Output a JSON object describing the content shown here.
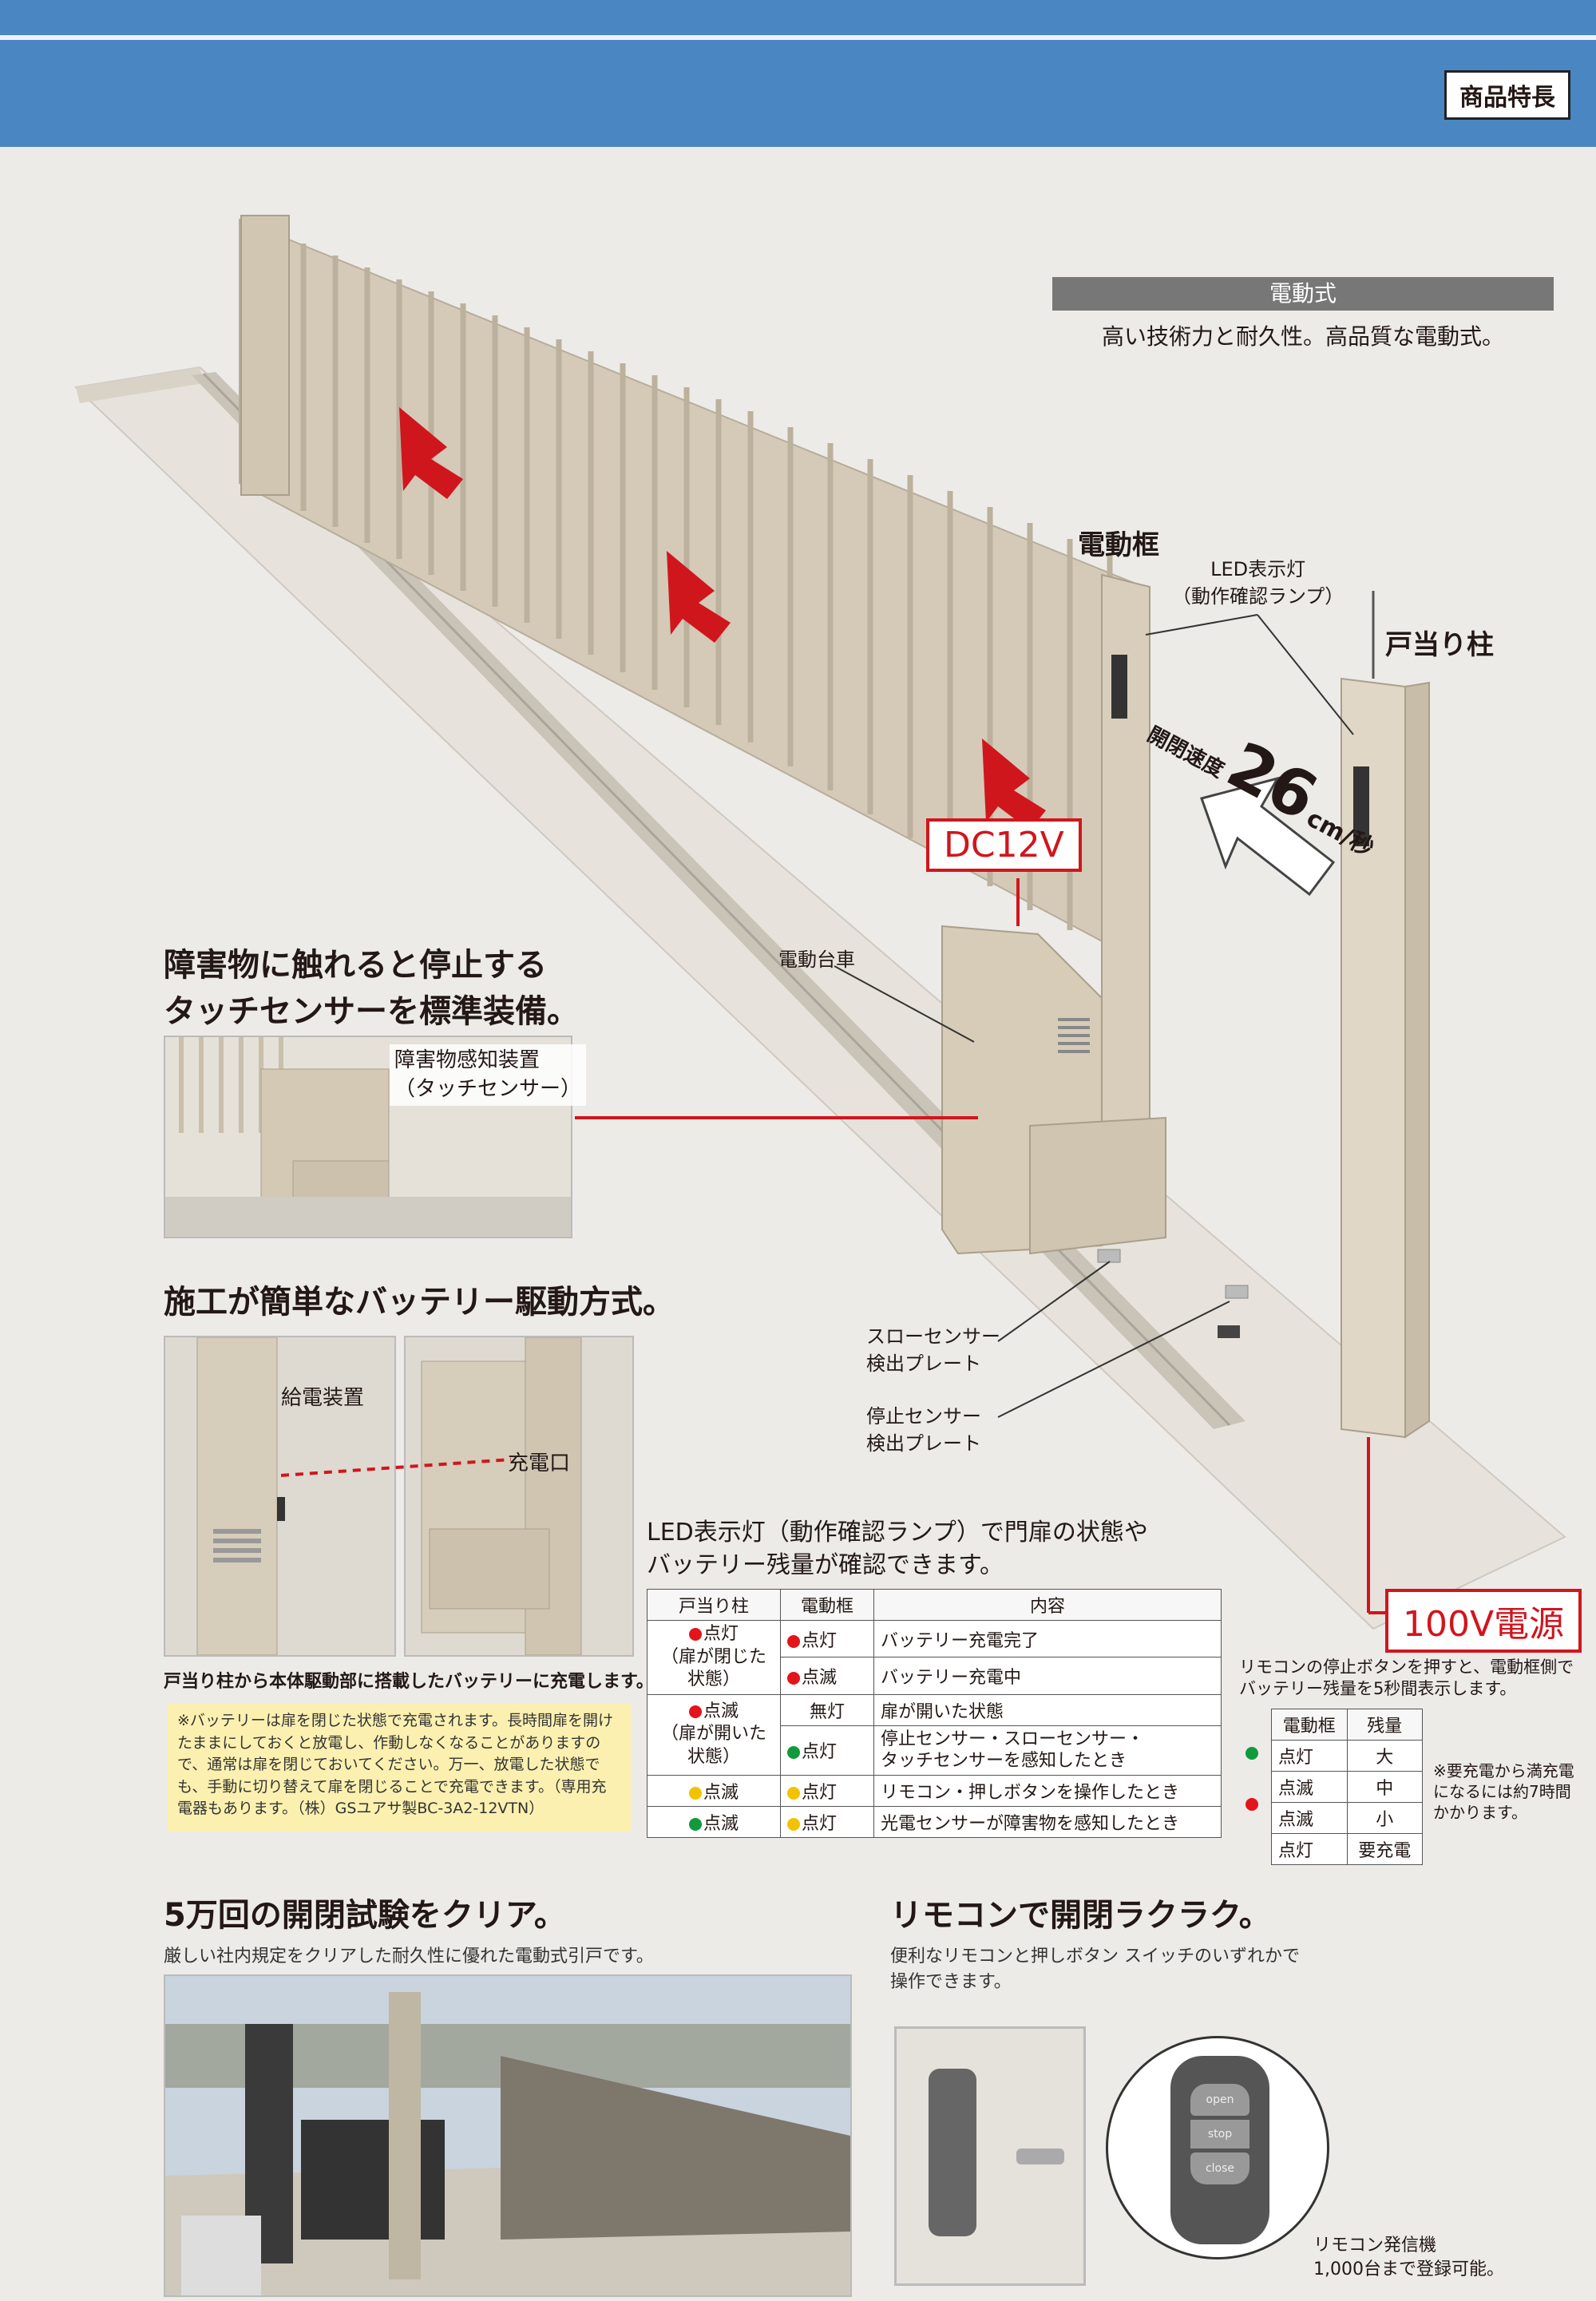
{
  "header": {
    "badge": "商品特長"
  },
  "electric": {
    "title": "電動式",
    "subtitle": "高い技術力と耐久性。高品質な電動式。"
  },
  "labels": {
    "frame": "電動框",
    "led": "LED表示灯",
    "led_sub": "（動作確認ランプ）",
    "stop_post": "戸当り柱",
    "speed_prefix": "開閉速度",
    "speed_value": "26",
    "speed_unit": "cm/秒",
    "dc": "DC12V",
    "cart": "電動台車",
    "slow_sensor": "スローセンサー\n検出プレート",
    "stop_sensor": "停止センサー\n検出プレート",
    "power": "100V電源"
  },
  "touch": {
    "title": "障害物に触れると停止する\nタッチセンサーを標準装備。",
    "sensor_label": "障害物感知装置\n（タッチセンサー）"
  },
  "battery": {
    "title": "施工が簡単なバッテリー駆動方式。",
    "feeder": "給電装置",
    "port": "充電口",
    "caption": "戸当り柱から本体駆動部に搭載したバッテリーに充電します。",
    "note": "※バッテリーは扉を閉じた状態で充電されます。長時間扉を開けたままにしておくと放電し、作動しなくなることがありますので、通常は扉を閉じておいてください。万一、放電した状態でも、手動に切り替えて扉を閉じることで充電できます。（専用充電器もあります。（株）GSユアサ製BC-3A2-12VTN）"
  },
  "led_table": {
    "title": "LED表示灯（動作確認ランプ）で門扉の状態や\nバッテリー残量が確認できます。",
    "headers": [
      "戸当り柱",
      "電動框",
      "内容"
    ],
    "rows": [
      {
        "post": "点灯",
        "post_color": "red",
        "post_sub": "（扉が閉じた状態）",
        "frame": "点灯",
        "frame_color": "red",
        "content": "バッテリー充電完了"
      },
      {
        "post": "",
        "post_color": "",
        "post_sub": "",
        "frame": "点滅",
        "frame_color": "red",
        "content": "バッテリー充電中"
      },
      {
        "post": "点滅",
        "post_color": "red",
        "post_sub": "（扉が開いた状態）",
        "frame": "無灯",
        "frame_color": "",
        "content": "扉が開いた状態"
      },
      {
        "post": "",
        "post_color": "",
        "post_sub": "",
        "frame": "点灯",
        "frame_color": "green",
        "content": "停止センサー・スローセンサー・\nタッチセンサーを感知したとき"
      },
      {
        "post": "点滅",
        "post_color": "yellow",
        "post_sub": "",
        "frame": "点灯",
        "frame_color": "yellow",
        "content": "リモコン・押しボタンを操作したとき"
      },
      {
        "post": "点滅",
        "post_color": "green",
        "post_sub": "",
        "frame": "点灯",
        "frame_color": "yellow",
        "content": "光電センサーが障害物を感知したとき"
      }
    ]
  },
  "remote_battery": {
    "desc": "リモコンの停止ボタンを押すと、電動框側で\nバッテリー残量を5秒間表示します。",
    "headers": [
      "電動框",
      "残量"
    ],
    "rows": [
      {
        "state": "点灯",
        "level": "大"
      },
      {
        "state": "点滅",
        "level": "中"
      },
      {
        "state": "点滅",
        "level": "小"
      },
      {
        "state": "点灯",
        "level": "要充電"
      }
    ],
    "note": "※要充電から満充電\nになるには約7時間\nかかります。"
  },
  "test": {
    "title": "5万回の開閉試験をクリア。",
    "desc": "厳しい社内規定をクリアした耐久性に優れた電動式引戸です。"
  },
  "remote": {
    "title": "リモコンで開閉ラクラク。",
    "desc": "便利なリモコンと押しボタン スイッチのいずれかで\n操作できます。",
    "btn_open": "open",
    "btn_stop": "stop",
    "btn_close": "close",
    "caption": "リモコン発信機\n1,000台まで登録可能。"
  },
  "colors": {
    "accent_blue": "#4a86c2",
    "red": "#d0161d",
    "gate": "#d4cab7"
  }
}
